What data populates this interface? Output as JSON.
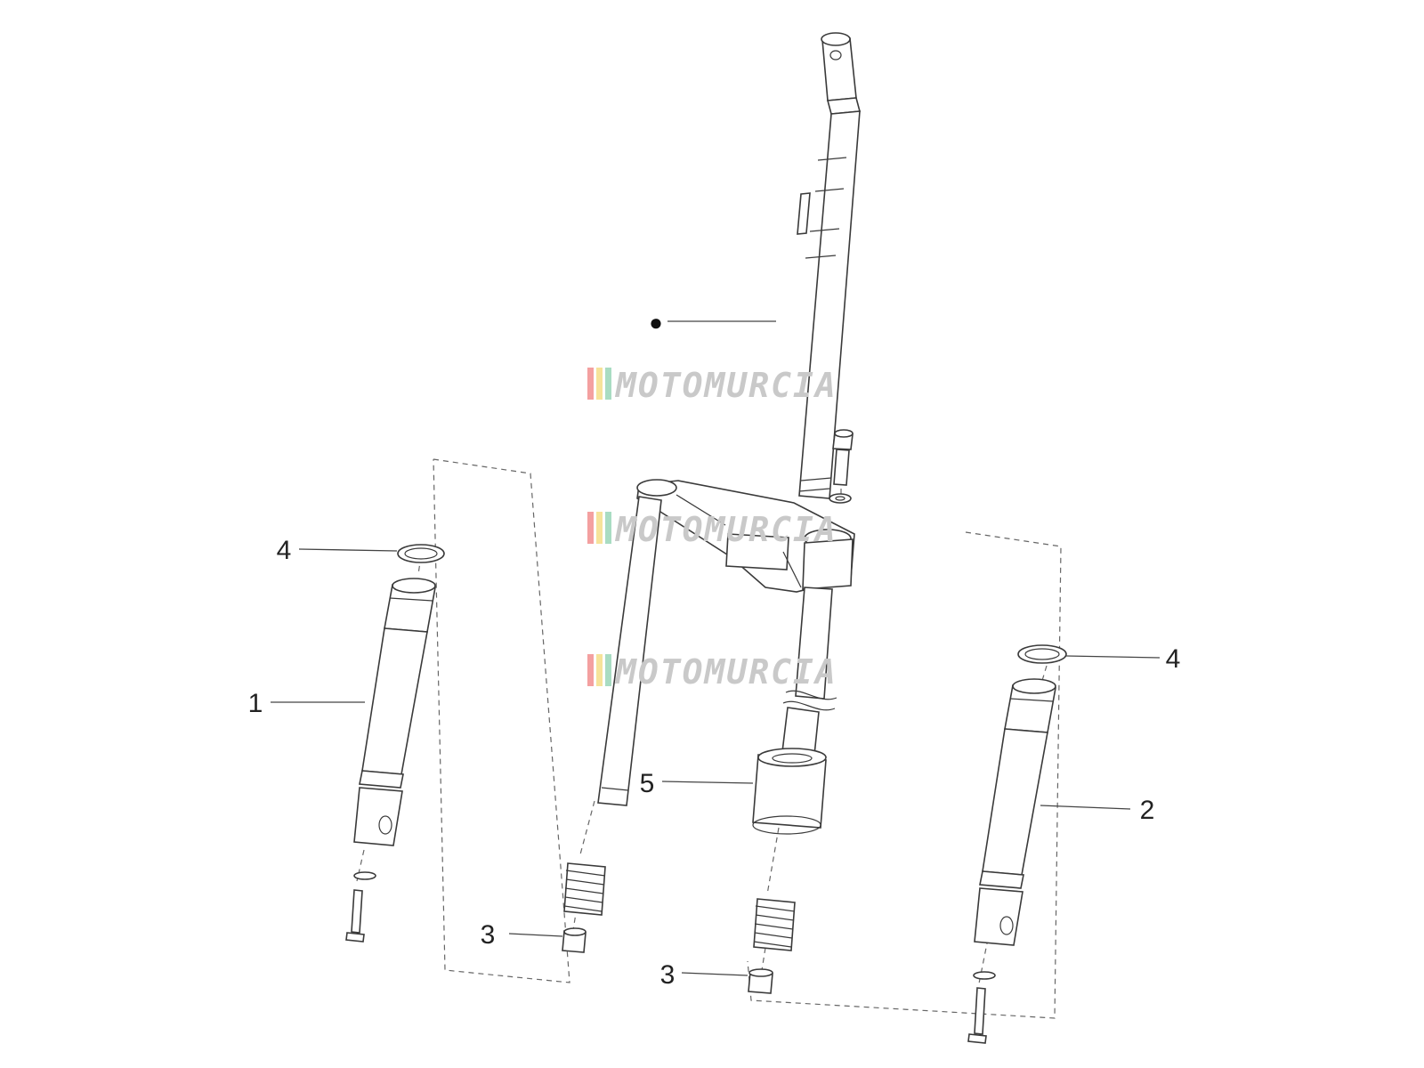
{
  "watermark": {
    "text": "MOTOMURCIA",
    "stripe_colors": [
      "#f4a0a0",
      "#f6e39a",
      "#a9dcc2"
    ],
    "text_color": "#c9c9c9"
  },
  "callouts": {
    "marker": "●",
    "label_1": "1",
    "label_2": "2",
    "label_3_left": "3",
    "label_3_right": "3",
    "label_4_left": "4",
    "label_4_right": "4",
    "label_5": "5"
  },
  "colors": {
    "line": "#3a3a3a",
    "label": "#222222",
    "background": "#ffffff"
  }
}
